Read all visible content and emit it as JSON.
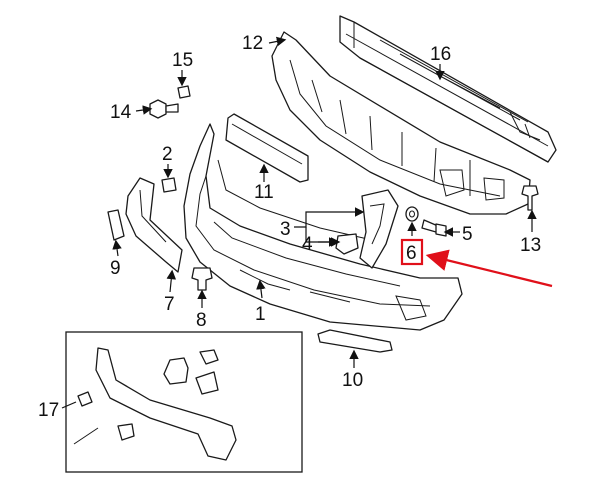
{
  "callouts": {
    "c1": "1",
    "c2": "2",
    "c3": "3",
    "c4": "4",
    "c5": "5",
    "c6": "6",
    "c7": "7",
    "c8": "8",
    "c9": "9",
    "c10": "10",
    "c11": "11",
    "c12": "12",
    "c13": "13",
    "c14": "14",
    "c15": "15",
    "c16": "16",
    "c17": "17"
  },
  "highlight": {
    "part": "6",
    "box_color": "#e0101a",
    "arrow_color": "#e0101a"
  }
}
